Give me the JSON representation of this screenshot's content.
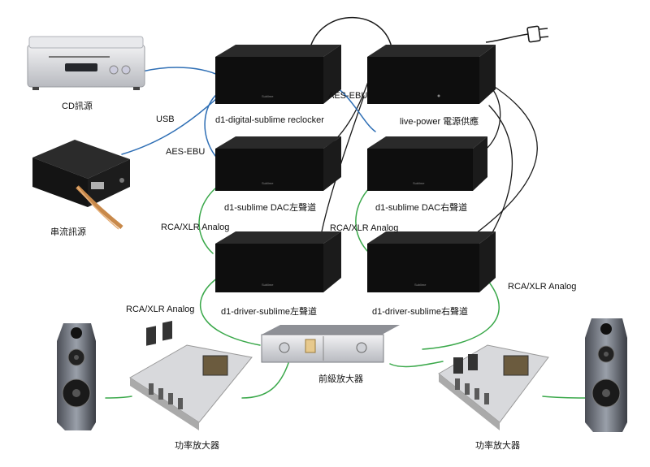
{
  "labels": {
    "cd_source": "CD訊源",
    "streaming_source": "串流訊源",
    "usb": "USB",
    "aes_ebu_left": "AES-EBU",
    "aes_ebu_top": "AES-EBU",
    "reclocker": "d1-digital-sublime reclocker",
    "live_power": "live-power 電源供應",
    "dac_left": "d1-sublime DAC左聲道",
    "dac_right": "d1-sublime DAC右聲道",
    "rca_xlr_1": "RCA/XLR Analog",
    "rca_xlr_2": "RCA/XLR Analog",
    "rca_xlr_3": "RCA/XLR Analog",
    "rca_xlr_4": "RCA/XLR Analog",
    "driver_left": "d1-driver-sublime左聲道",
    "driver_right": "d1-driver-sublime右聲道",
    "preamp": "前級放大器",
    "power_amp_left": "功率放大器",
    "power_amp_right": "功率放大器"
  },
  "colors": {
    "black_cable": "#1a1a1a",
    "blue_cable": "#2f6fb5",
    "green_cable": "#3aa84a",
    "box_top": "#262626",
    "box_front": "#0c0c0c"
  },
  "icons": {
    "plug": "power-plug-icon",
    "box_logo": "brand-logo"
  }
}
